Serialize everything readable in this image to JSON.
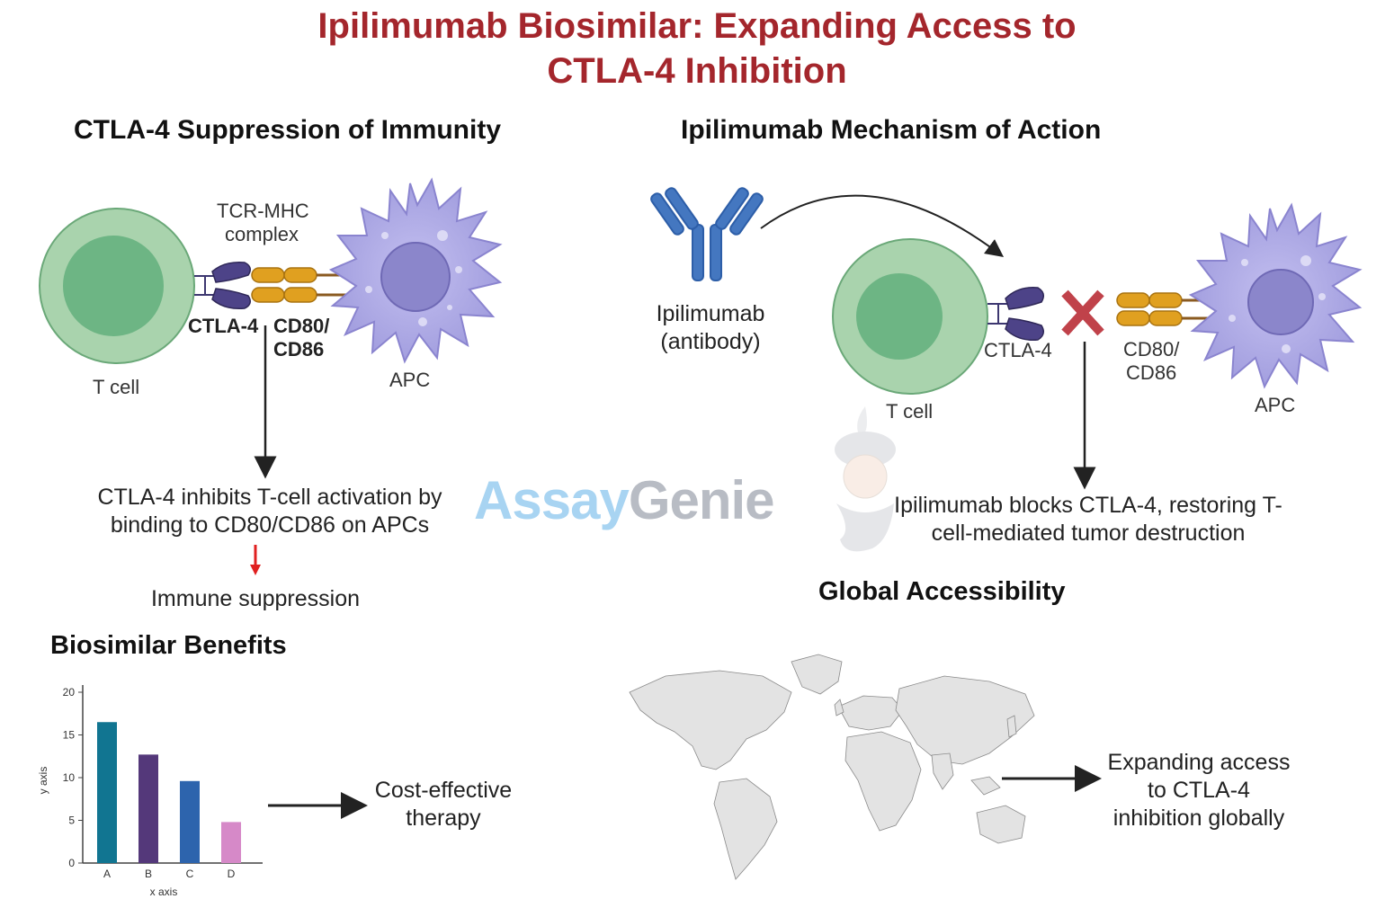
{
  "title": {
    "line1": "Ipilimumab Biosimilar: Expanding Access to",
    "line2": "CTLA-4 Inhibition"
  },
  "left_panel": {
    "heading": "CTLA-4 Suppression of Immunity",
    "tcr_label_1": "TCR-MHC",
    "tcr_label_2": "complex",
    "ctla4_label": "CTLA-4",
    "cd80_label_1": "CD80/",
    "cd80_label_2": "CD86",
    "tcell_label": "T cell",
    "apc_label": "APC",
    "result_line1": "CTLA-4 inhibits T-cell activation by",
    "result_line2": "binding to CD80/CD86 on APCs",
    "outcome": "Immune suppression"
  },
  "right_panel": {
    "heading": "Ipilimumab Mechanism of Action",
    "antibody_line1": "Ipilimumab",
    "antibody_line2": "(antibody)",
    "ctla4_label": "CTLA-4",
    "cd80_label_1": "CD80/",
    "cd80_label_2": "CD86",
    "tcell_label": "T cell",
    "apc_label": "APC",
    "result_line1": "Ipilimumab blocks CTLA-4, restoring T-",
    "result_line2": "cell-mediated tumor destruction"
  },
  "benefits": {
    "heading": "Biosimilar Benefits",
    "outcome_line1": "Cost-effective",
    "outcome_line2": "therapy"
  },
  "global": {
    "heading": "Global Accessibility",
    "outcome_line1": "Expanding access",
    "outcome_line2": "to CTLA-4",
    "outcome_line3": "inhibition globally"
  },
  "watermark": {
    "part1": "Assay",
    "part2": "Genie"
  },
  "colors": {
    "title": "#a4262c",
    "tcell_outer": "#a9d3ad",
    "tcell_inner": "#6db584",
    "apc": "#a9a5e0",
    "apc_nucleus": "#8b86cb",
    "ctla4": "#4d4388",
    "cd80": "#e0a020",
    "antibody": "#4477c0",
    "block_x": "#c0424a",
    "red_arrow": "#e02020"
  },
  "chart_data": {
    "type": "bar",
    "categories": [
      "A",
      "B",
      "C",
      "D"
    ],
    "values": [
      16.5,
      12.7,
      9.6,
      4.8
    ],
    "colors": [
      "#117591",
      "#54387a",
      "#2d64ad",
      "#d689c8"
    ],
    "xlabel": "x axis",
    "ylabel": "y axis",
    "yticks": [
      0,
      5,
      10,
      15,
      20
    ],
    "ylim": [
      0,
      20
    ],
    "grid": false
  }
}
